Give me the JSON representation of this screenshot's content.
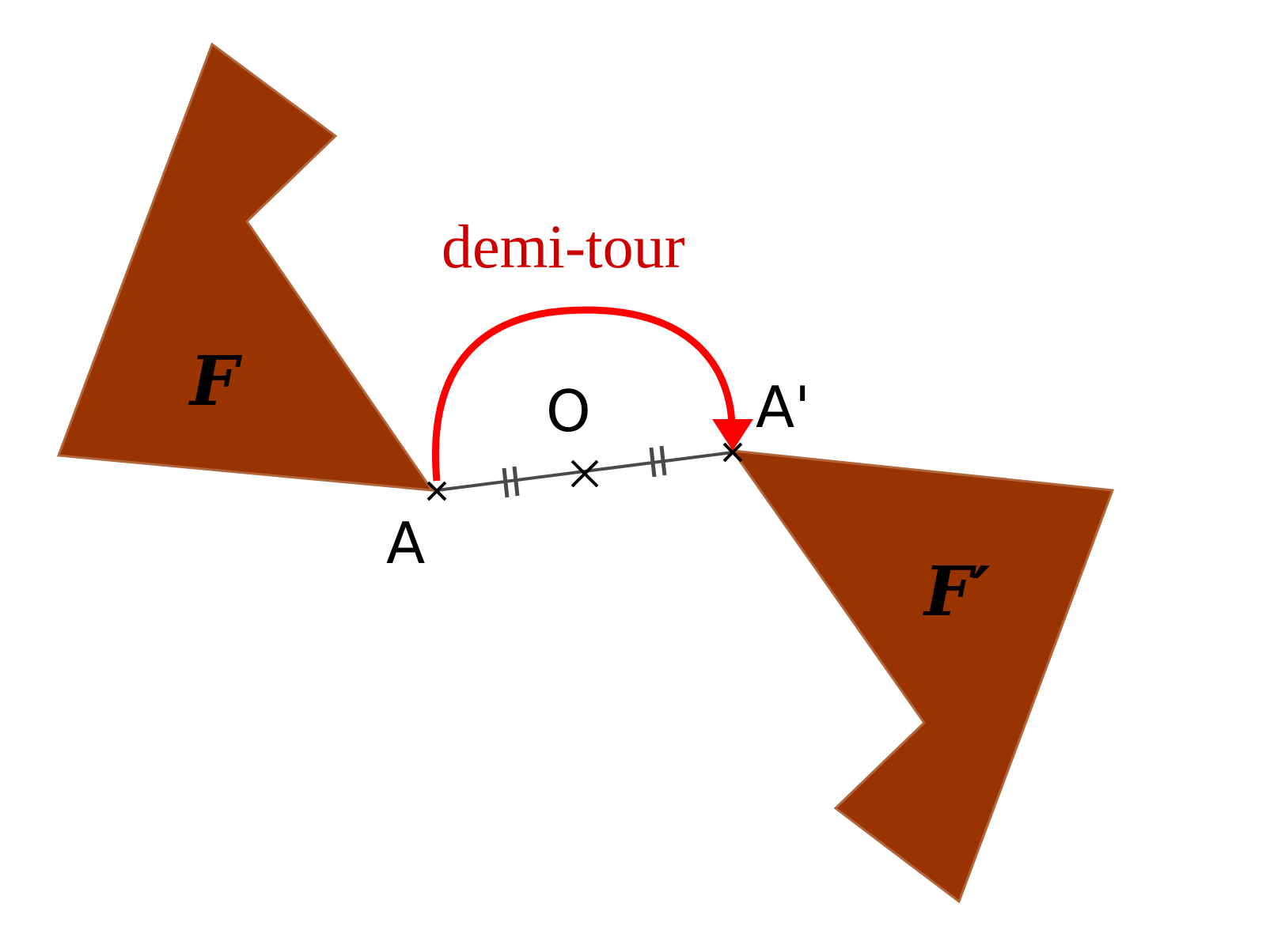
{
  "figures": {
    "original_label": "F",
    "image_label": "F′",
    "fill_color": "#993300"
  },
  "points": {
    "a_label": "A",
    "a_prime_label": "A'",
    "o_label": "O"
  },
  "transformation": {
    "label": "demi-tour",
    "color": "#ff0000"
  }
}
